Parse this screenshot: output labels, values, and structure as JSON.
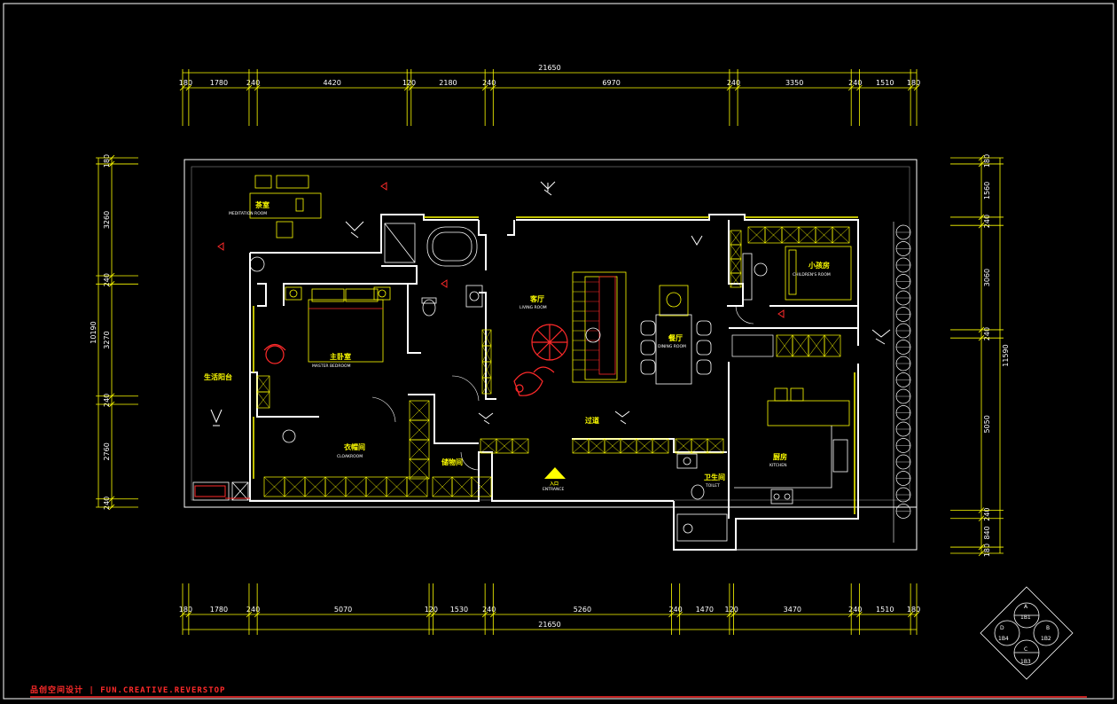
{
  "dimensions": {
    "top_total": "21650",
    "top_segments": [
      "180",
      "1780",
      "240",
      "4420",
      "120",
      "2180",
      "240",
      "6970",
      "240",
      "3350",
      "240",
      "1510",
      "180"
    ],
    "bottom_total": "21650",
    "bottom_segments": [
      "180",
      "1780",
      "240",
      "5070",
      "120",
      "1530",
      "240",
      "5260",
      "240",
      "1470",
      "120",
      "3470",
      "240",
      "1510",
      "180"
    ],
    "left_total": "10190",
    "left_segments": [
      "180",
      "3260",
      "240",
      "3270",
      "240",
      "2760",
      "240"
    ],
    "right_total": "11590",
    "right_segments": [
      "180",
      "1560",
      "240",
      "3060",
      "240",
      "5050",
      "240",
      "840",
      "180"
    ]
  },
  "rooms": [
    {
      "cn": "茶室",
      "en": "MEDITATION ROOM"
    },
    {
      "cn": "主卧室",
      "en": "MASTER BEDROOM"
    },
    {
      "cn": "生活阳台",
      "en": ""
    },
    {
      "cn": "衣帽间",
      "en": "CLOAKROOM"
    },
    {
      "cn": "储物间",
      "en": ""
    },
    {
      "cn": "客厅",
      "en": "LIVING ROOM"
    },
    {
      "cn": "餐厅",
      "en": "DINING ROOM"
    },
    {
      "cn": "小孩房",
      "en": "CHILDREN'S ROOM"
    },
    {
      "cn": "厨房",
      "en": "KITCHEN"
    },
    {
      "cn": "卫生间",
      "en": "TOILET"
    },
    {
      "cn": "过道",
      "en": ""
    },
    {
      "cn": "入口",
      "en": "ENTRANCE"
    }
  ],
  "legend": {
    "top": "A",
    "left": "D",
    "right": "B",
    "bottom": "C",
    "codes": [
      "1B1",
      "1B4",
      "1B2",
      "1B3"
    ]
  },
  "footer": {
    "brand": "品创空间设计 | FUN.CREATIVE.REVERSTOP"
  },
  "colors": {
    "wall": "#ffffff",
    "window": "#ffff00",
    "furniture": "#ffff00",
    "dimension": "#ffff00",
    "accent": "#ff2a2a"
  }
}
